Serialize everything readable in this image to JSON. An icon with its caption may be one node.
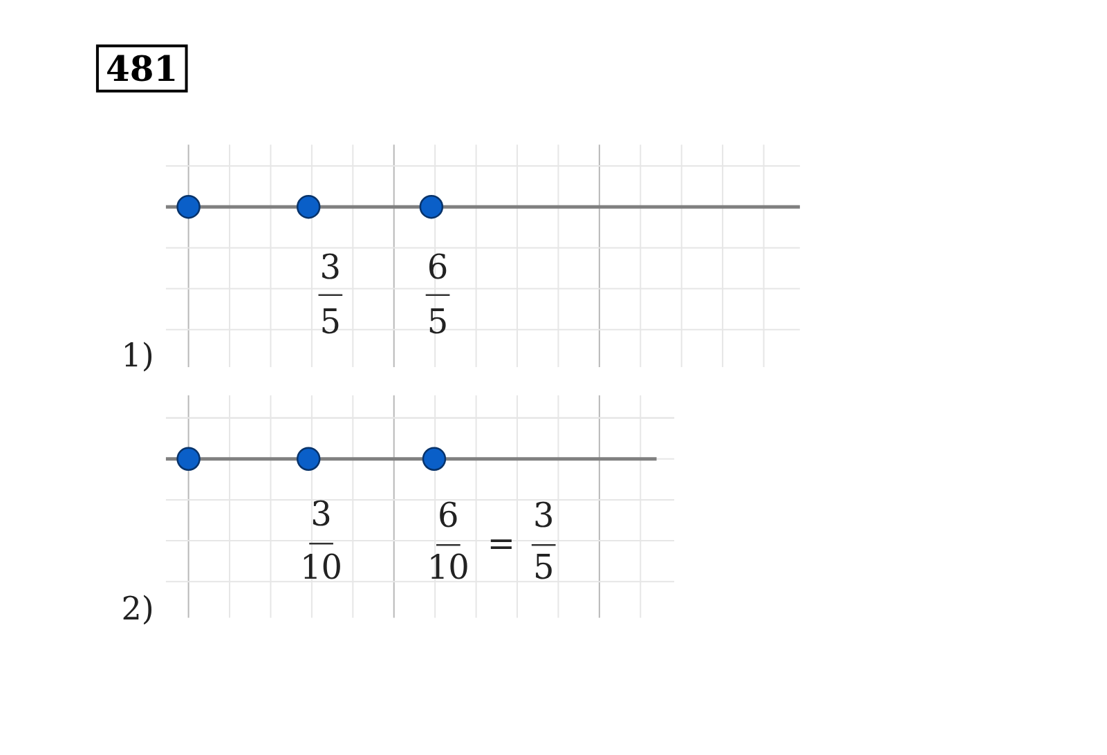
{
  "diagram": {
    "labels": [
      "481",
      "3",
      "5",
      "6",
      "5",
      "1)",
      "3",
      "10",
      "6",
      "10",
      "=",
      "3",
      "5",
      "2)"
    ]
  }
}
